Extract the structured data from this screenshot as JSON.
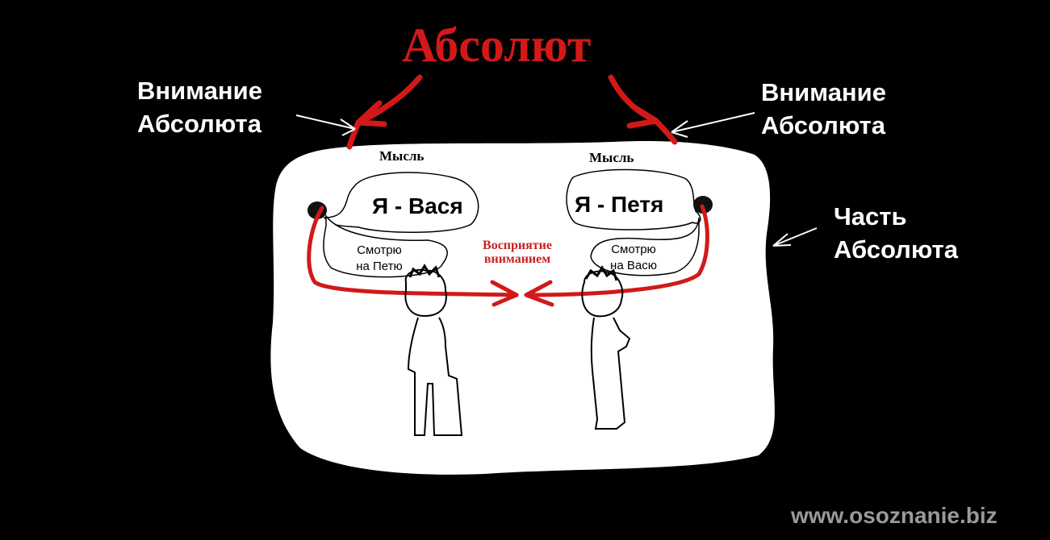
{
  "title": "Абсолют",
  "attention_left": {
    "line1": "Внимание",
    "line2": "Абсолюта"
  },
  "attention_right": {
    "line1": "Внимание",
    "line2": "Абсолюта"
  },
  "part": {
    "line1": "Часть",
    "line2": "Абсолюта"
  },
  "thought_left_caption": "Мысль",
  "thought_right_caption": "Мысль",
  "vasya_thought": "Я - Вася",
  "petya_thought": "Я - Петя",
  "vasya_looking": {
    "line1": "Смотрю",
    "line2": "на Петю"
  },
  "petya_looking": {
    "line1": "Смотрю",
    "line2": "на Васю"
  },
  "perception": {
    "line1": "Восприятие",
    "line2": "вниманием"
  },
  "watermark": "www.osoznanie.biz",
  "colors": {
    "background": "#000000",
    "area": "#ffffff",
    "arrow": "#d21919"
  }
}
